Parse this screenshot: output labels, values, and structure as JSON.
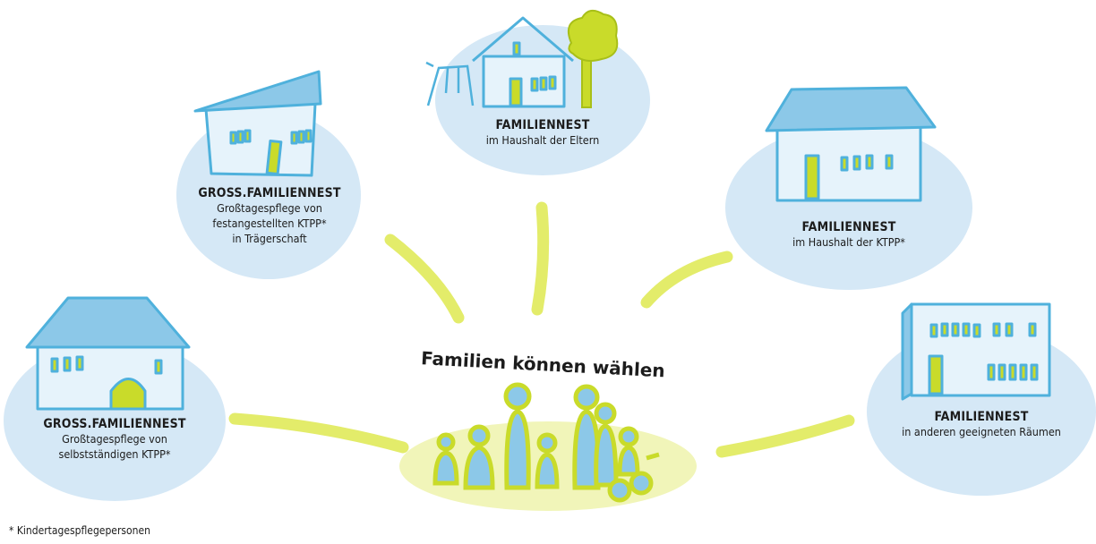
{
  "colors": {
    "ellipse": "#d5e8f6",
    "house_fill": "#e6f3fb",
    "house_stroke": "#4fb1dc",
    "roof": "#8cc8e8",
    "accent": "#c9db2a",
    "accent_light": "#e3ec6a",
    "glow": "#f1f5b9",
    "text": "#1c1c1c"
  },
  "center": {
    "title": "Familien können wählen"
  },
  "options": [
    {
      "id": "gross-selbststaendig",
      "title": "GROSS.FAMILIENNEST",
      "lines": [
        "Großtagespflege von",
        "selbstständigen KTPP*"
      ]
    },
    {
      "id": "gross-traegerschaft",
      "title": "GROSS.FAMILIENNEST",
      "lines": [
        "Großtagespflege von",
        "festangestellten KTPP*",
        "in Trägerschaft"
      ]
    },
    {
      "id": "haushalt-eltern",
      "title": "FAMILIENNEST",
      "lines": [
        "im Haushalt der Eltern"
      ]
    },
    {
      "id": "haushalt-ktpp",
      "title": "FAMILIENNEST",
      "lines": [
        "im Haushalt der KTPP*"
      ]
    },
    {
      "id": "andere-raeume",
      "title": "FAMILIENNEST",
      "lines": [
        "in anderen geeigneten Räumen"
      ]
    }
  ],
  "footnote": "* Kindertagespflegepersonen"
}
